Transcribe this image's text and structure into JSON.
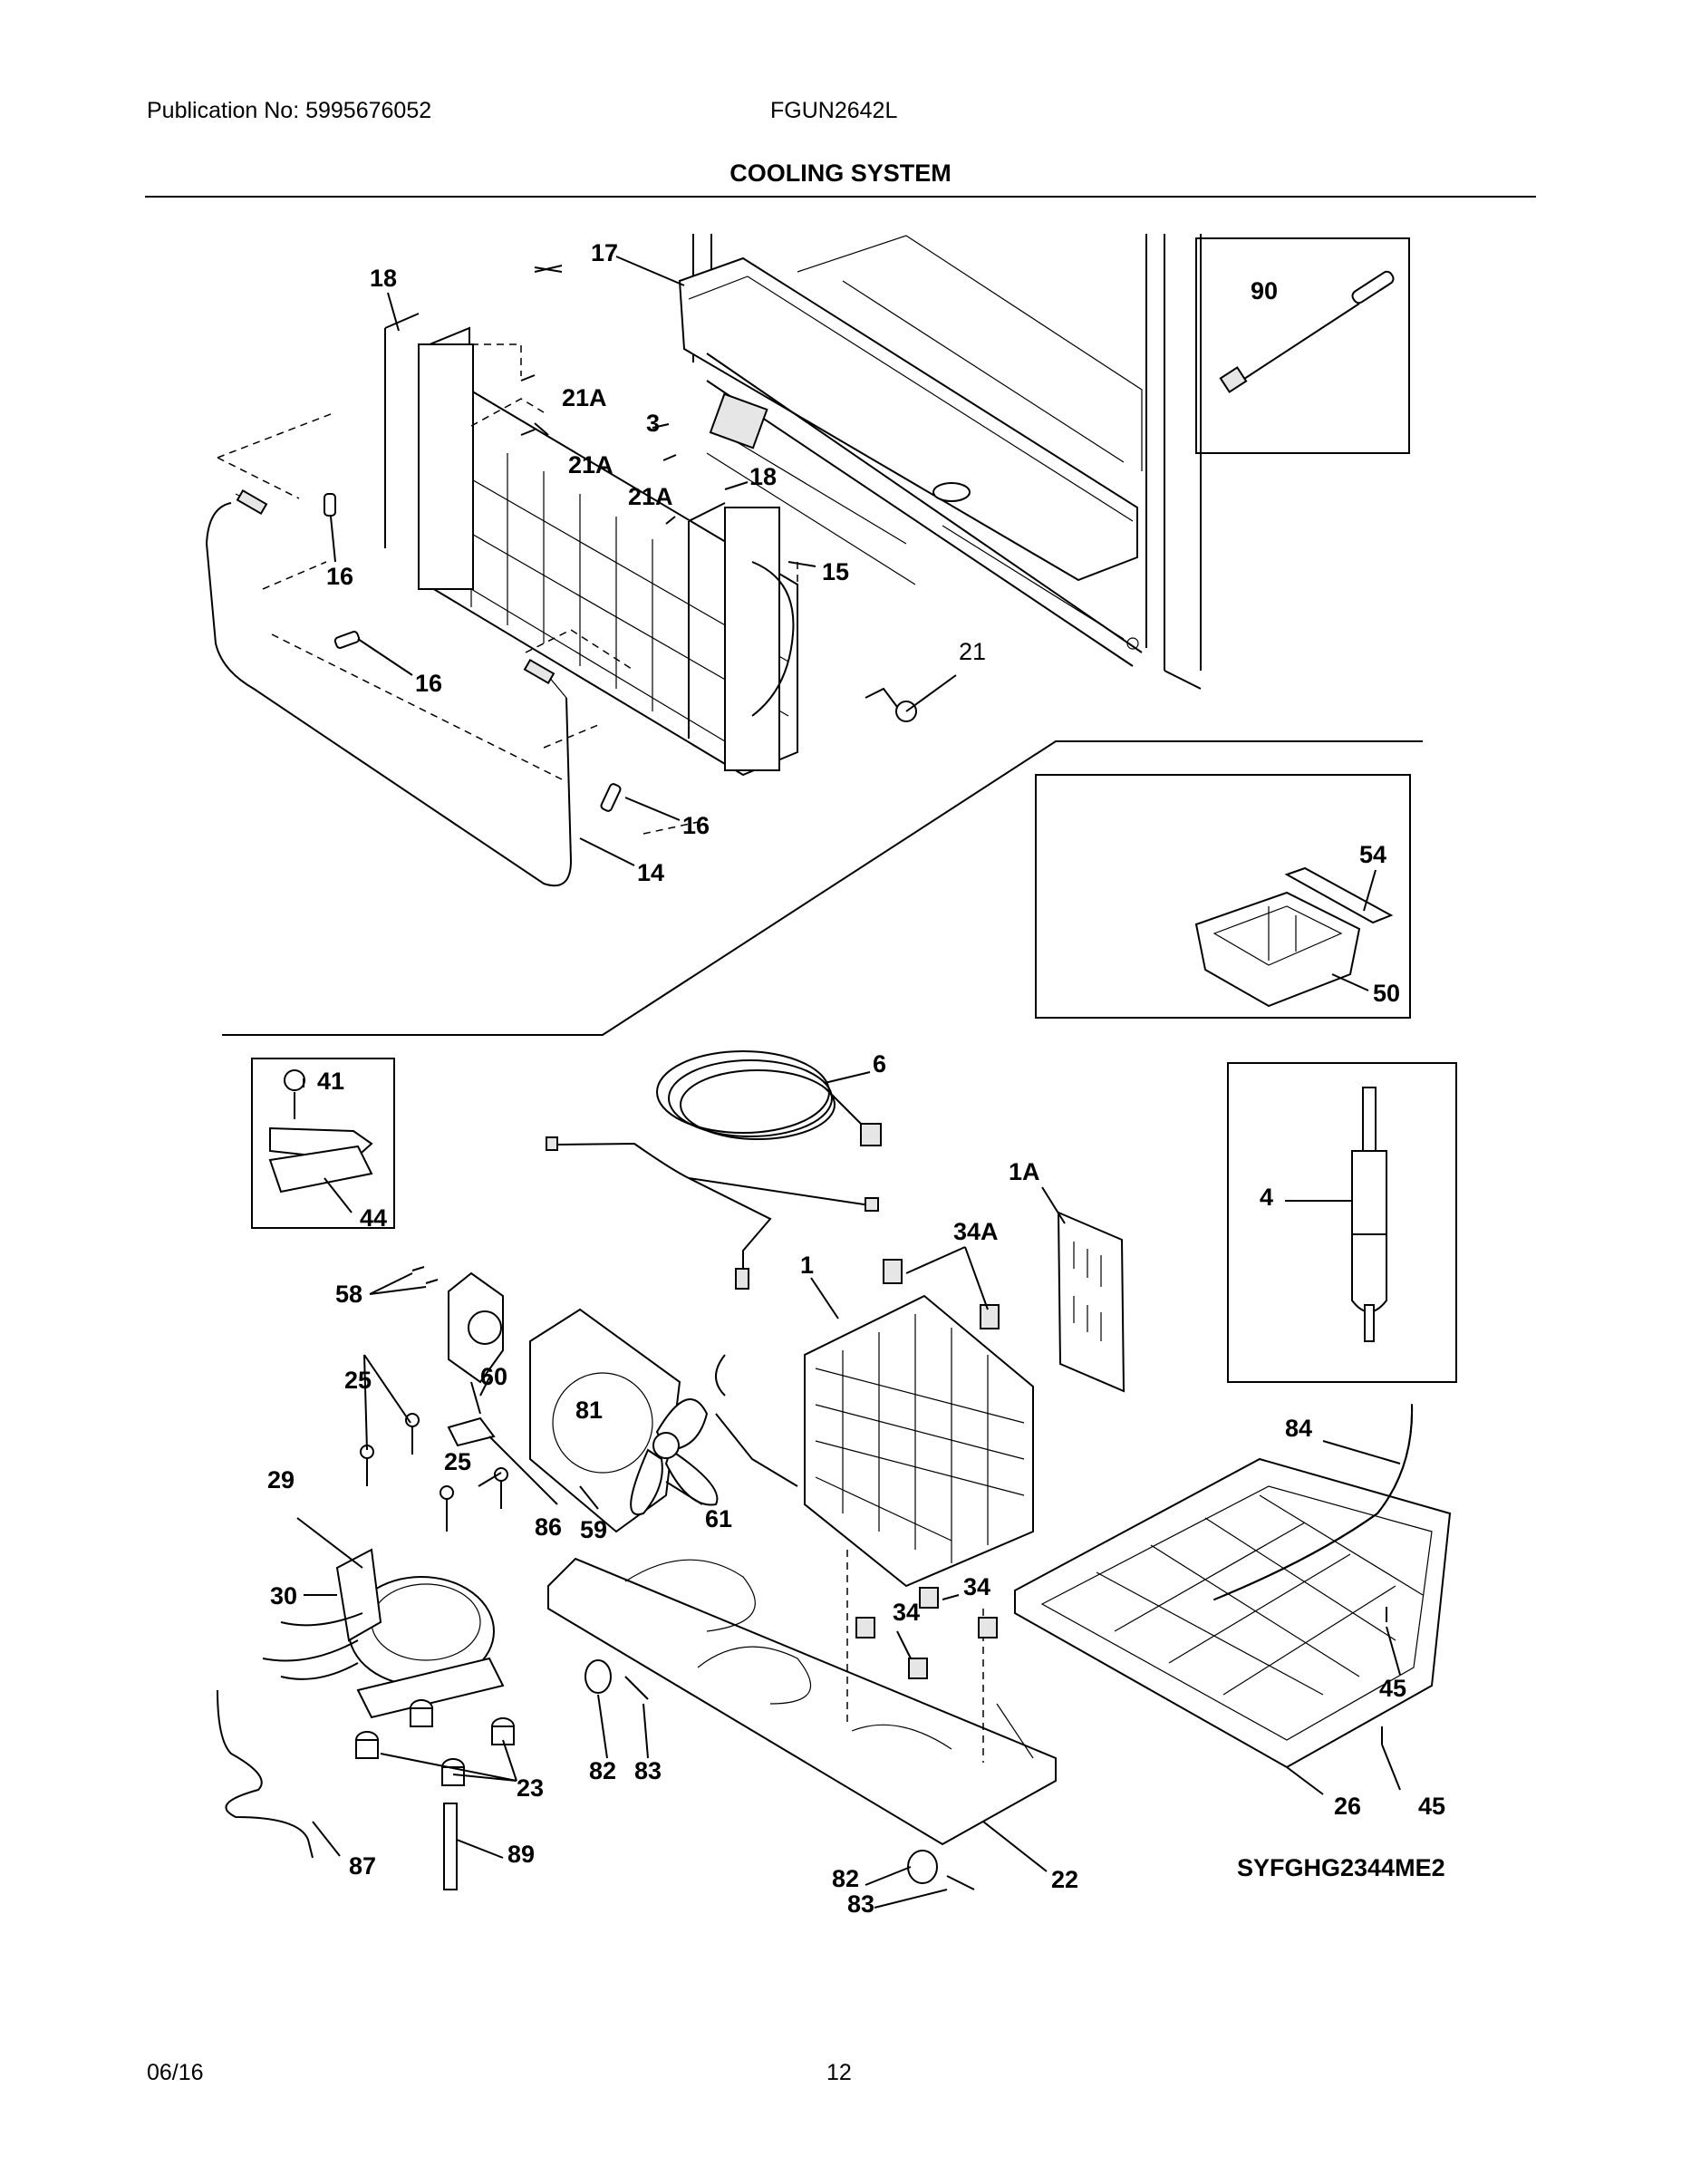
{
  "header": {
    "publication": "Publication No: 5995676052",
    "model": "FGUN2642L",
    "section_title": "COOLING SYSTEM"
  },
  "footer": {
    "date": "06/16",
    "page_number": "12"
  },
  "diagram_code": "SYFGHG2344ME2",
  "callouts": {
    "c18a": "18",
    "c17": "17",
    "c90": "90",
    "c21a_1": "21A",
    "c3": "3",
    "c21a_2": "21A",
    "c18b": "18",
    "c21a_3": "21A",
    "c16a": "16",
    "c15": "15",
    "c21": "21",
    "c16b": "16",
    "c16c": "16",
    "c14": "14",
    "c54": "54",
    "c50": "50",
    "c41": "41",
    "c44": "44",
    "c6": "6",
    "c1a": "1A",
    "c34a": "34A",
    "c1": "1",
    "c4": "4",
    "c58": "58",
    "c60": "60",
    "c25a": "25",
    "c81": "81",
    "c84": "84",
    "c29": "29",
    "c25b": "25",
    "c86": "86",
    "c59": "59",
    "c61": "61",
    "c30": "30",
    "c34a2": "34",
    "c34b": "34",
    "c45a": "45",
    "c23": "23",
    "c82a": "82",
    "c83a": "83",
    "c26": "26",
    "c45b": "45",
    "c87": "87",
    "c89": "89",
    "c82b": "82",
    "c83b": "83",
    "c22": "22"
  }
}
